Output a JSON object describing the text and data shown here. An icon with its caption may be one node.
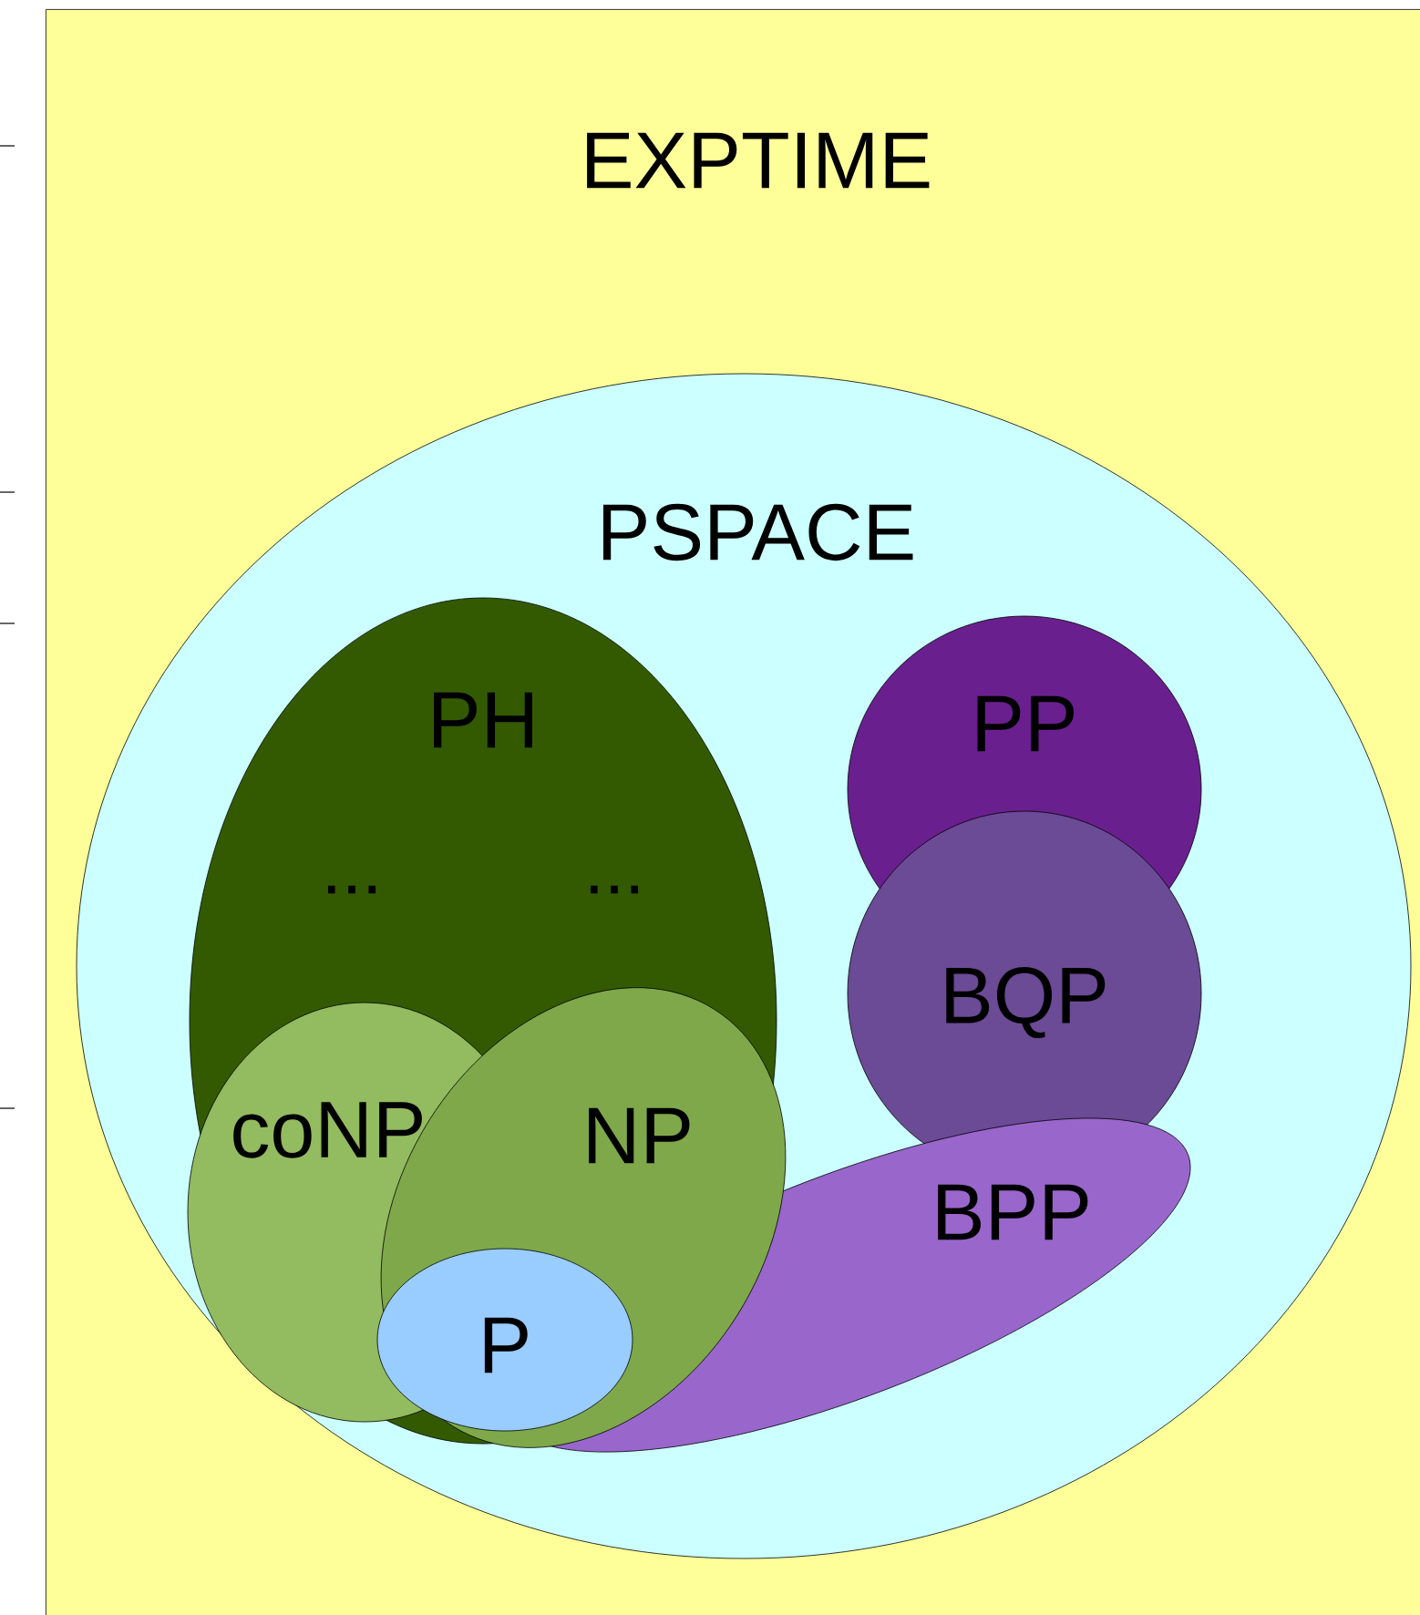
{
  "diagram": {
    "nodes": [
      {
        "text": [
          "EXPTIME"
        ]
      },
      {
        "text": [
          "PSPACE"
        ],
        "in": 0
      },
      {
        "text": [
          "PH"
        ],
        "in": 1
      },
      {
        "text": [
          "PP"
        ],
        "in": 1
      },
      {
        "text": [
          "BQP"
        ],
        "in": 1
      },
      {
        "text": [
          "coNP"
        ],
        "in": 2
      },
      {
        "text": [
          "NP"
        ],
        "in": 2
      },
      {
        "text": [
          "BPP"
        ],
        "in": 1
      },
      {
        "text": [
          "P"
        ],
        "in": 6
      }
    ],
    "labels": [
      "...",
      "..."
    ]
  }
}
